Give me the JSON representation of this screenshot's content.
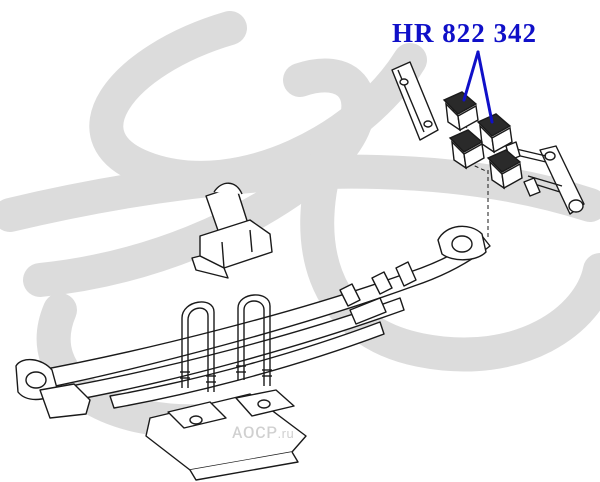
{
  "part_label": {
    "text": "HR 822 342",
    "color": "#1010c8"
  },
  "watermark": {
    "text": "ᴀᴏᴄᴘ",
    "suffix": ".ru",
    "color": "#d0d0d0",
    "logo_color": "#dcdcdc"
  },
  "drawing": {
    "line_color": "#1a1a1a",
    "leader_color": "#1010c8",
    "fill_color": "#ffffff"
  }
}
